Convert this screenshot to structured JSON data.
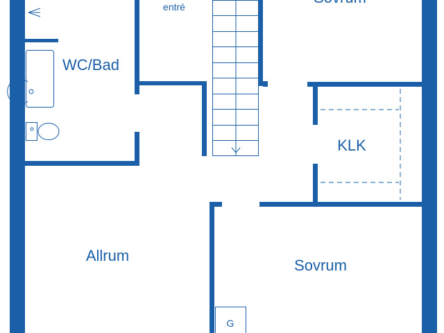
{
  "colors": {
    "wall": "#1a5fa8",
    "background": "#ffffff"
  },
  "rooms": {
    "entre": "entré",
    "sovrum_top": "Sovrum",
    "wc_bad": "WC/Bad",
    "klk": "KLK",
    "allrum": "Allrum",
    "sovrum_bottom": "Sovrum",
    "g": "G"
  },
  "fixtures": [
    "shower-icon",
    "sink-icon",
    "toilet-icon"
  ]
}
